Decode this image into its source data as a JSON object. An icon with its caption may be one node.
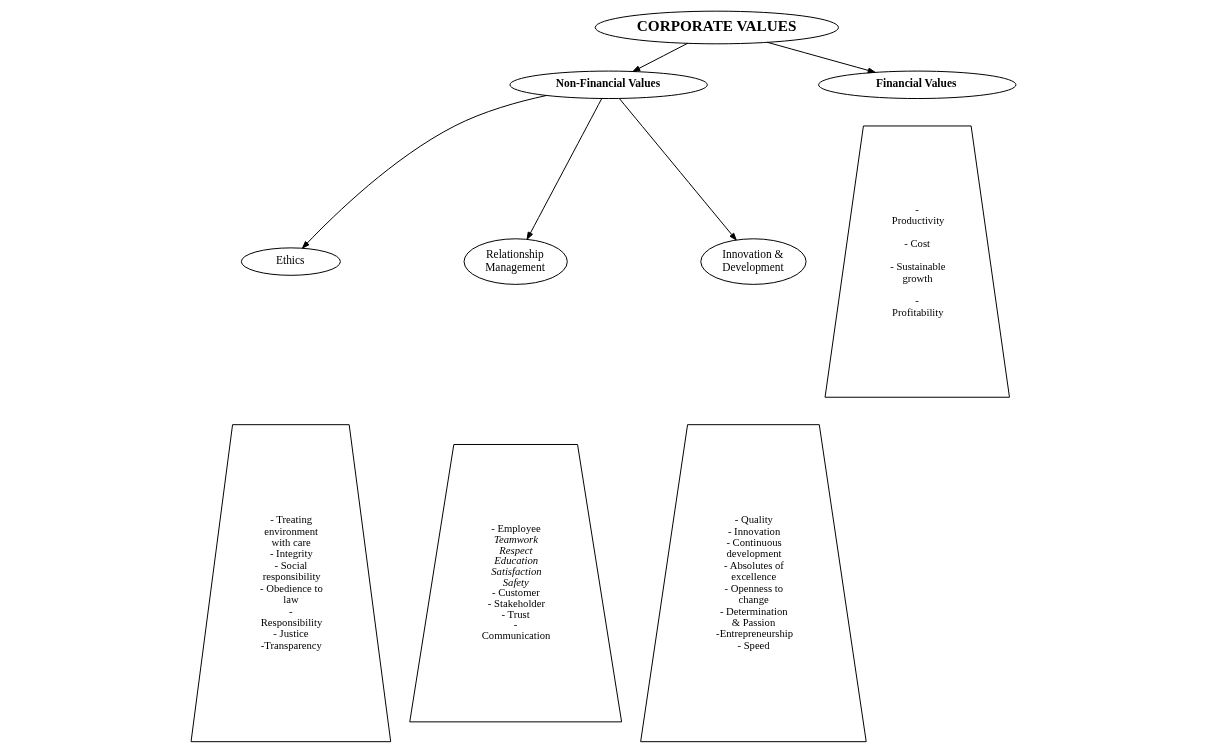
{
  "diagram": {
    "nodes": [
      {
        "text": [
          "CORPORATE VALUES"
        ]
      },
      {
        "text": [
          "Non-Financial Values"
        ]
      },
      {
        "text": [
          "Financial Values"
        ]
      },
      {
        "text": [
          "- Productivity",
          "- Cost",
          "- Sustainable growth",
          "- Profitability"
        ]
      },
      {
        "text": [
          "Ethics"
        ]
      },
      {
        "text": [
          "Relationship Management"
        ]
      },
      {
        "text": [
          "Innovation & Development"
        ]
      },
      {
        "text": [
          "- Treating environment with care",
          "- Integrity",
          "- Social responsibility",
          "- Obedience to law",
          "- Responsibility",
          "- Justice",
          "-Transparency"
        ]
      },
      {
        "text": [
          "- Employee",
          "*Teamwork*",
          "*Respect*",
          "*Education*",
          "*Satisfaction*",
          "*Safety*",
          "- Customer",
          "- Stakeholder",
          "- Trust",
          "- Communication"
        ]
      },
      {
        "text": [
          "- Quality",
          "- Innovation",
          "- Continuous development",
          "- Absolutes of excellence",
          "- Openness to change",
          "- Determination & Passion",
          "-Entrepreneurship",
          "- Speed"
        ]
      }
    ],
    "edges": [
      {
        "from": 0,
        "to": 1,
        "arrow": "to"
      },
      {
        "from": 0,
        "to": 2,
        "arrow": "to"
      },
      {
        "from": 1,
        "to": 4,
        "arrow": "to"
      },
      {
        "from": 1,
        "to": 5,
        "arrow": "to"
      },
      {
        "from": 1,
        "to": 6,
        "arrow": "to"
      }
    ]
  }
}
